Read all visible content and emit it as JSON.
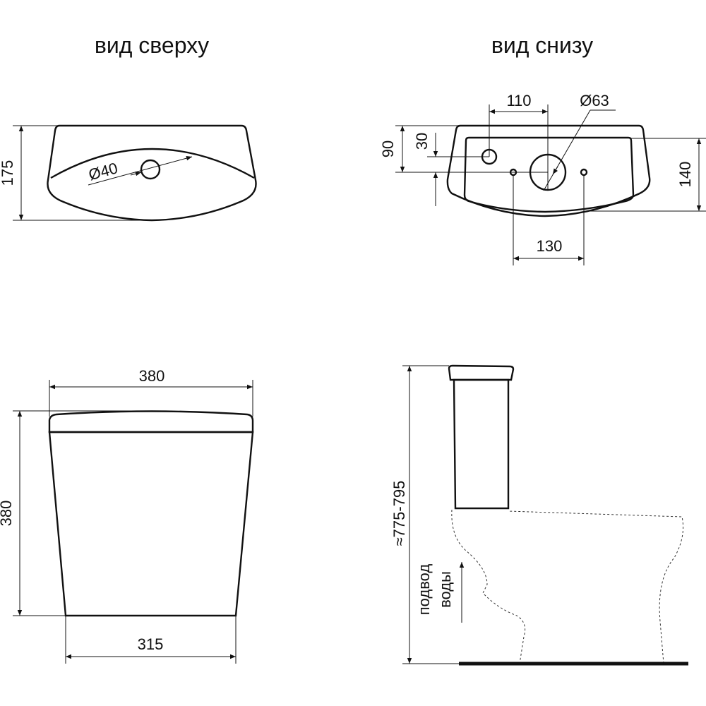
{
  "views": {
    "top": {
      "title": "вид сверху",
      "height_dim": "175",
      "hole_dim": "Ø40"
    },
    "bottom": {
      "title": "вид снизу",
      "dim_110": "110",
      "dim_63": "Ø63",
      "dim_90": "90",
      "dim_30": "30",
      "dim_140": "140",
      "dim_130": "130"
    },
    "front": {
      "width_top_dim": "380",
      "height_dim": "380",
      "width_bottom_dim": "315"
    },
    "side": {
      "height_dim": "≈775-795",
      "water_inlet_line1": "подвод",
      "water_inlet_line2": "воды"
    }
  },
  "colors": {
    "line": "#111111",
    "background": "#ffffff"
  }
}
